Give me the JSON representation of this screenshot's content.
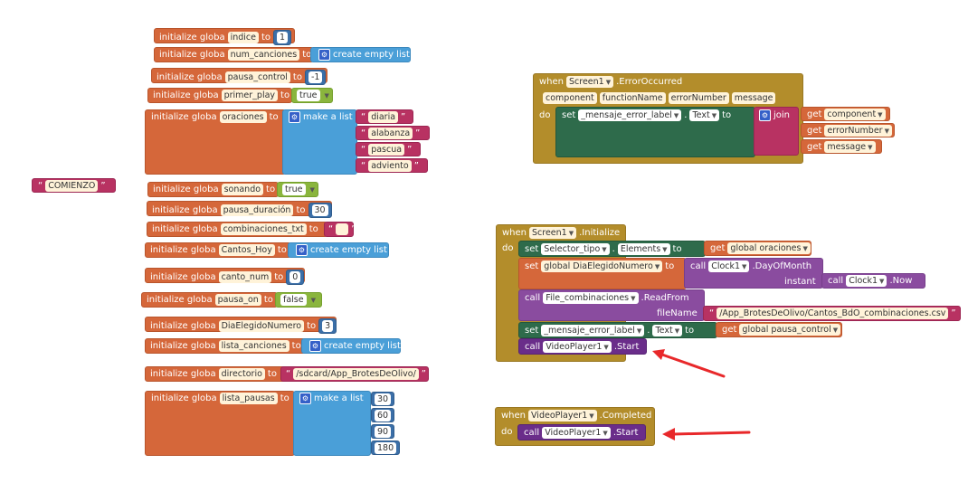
{
  "kw": {
    "init": "initialize globa",
    "to": "to",
    "create_empty_list": "create empty list",
    "make_a_list": "make a list",
    "when": "when",
    "do": "do",
    "set": "set",
    "get": "get",
    "call": "call",
    "join": "join",
    "filename": "fileName",
    "instant": "instant",
    "dot": "."
  },
  "globals": {
    "indice": {
      "name": "indice",
      "value": "1"
    },
    "num_canciones": {
      "name": "num_canciones"
    },
    "pausa_control": {
      "name": "pausa_control",
      "value": "-1"
    },
    "primer_play": {
      "name": "primer_play",
      "value": "true"
    },
    "oraciones": {
      "name": "oraciones",
      "items": [
        "diaria",
        "alabanza",
        "pascua",
        "adviento"
      ]
    },
    "sonando": {
      "name": "sonando",
      "value": "true"
    },
    "pausa_duracion": {
      "name": "pausa_duración",
      "value": "30"
    },
    "combinaciones_txt": {
      "name": "combinaciones_txt"
    },
    "cantos_hoy": {
      "name": "Cantos_Hoy"
    },
    "canto_num": {
      "name": "canto_num",
      "value": "0"
    },
    "pausa_on": {
      "name": "pausa_on",
      "value": "false"
    },
    "dia_elegido": {
      "name": "DiaElegidoNumero",
      "value": "3"
    },
    "lista_canciones": {
      "name": "lista_canciones"
    },
    "directorio": {
      "name": "directorio",
      "value": "/sdcard/App_BrotesDeOlivo/"
    },
    "lista_pausas": {
      "name": "lista_pausas",
      "items": [
        "30",
        "60",
        "90",
        "180"
      ]
    }
  },
  "comienzo": "COMIENZO",
  "error_event": {
    "component": "Screen1",
    "event": ".ErrorOccurred",
    "params": [
      "component",
      "functionName",
      "errorNumber",
      "message"
    ],
    "target": "_mensaje_error_label",
    "prop": "Text",
    "gets": [
      "component",
      "errorNumber",
      "message"
    ]
  },
  "init_event": {
    "component": "Screen1",
    "event": ".Initialize",
    "set1_comp": "Selector_tipo",
    "set1_prop": "Elements",
    "set1_get": "global oraciones",
    "set2_var": "global DiaElegidoNumero",
    "clock1": "Clock1",
    "day_method": ".DayOfMonth",
    "clock2": "Clock1",
    "now": ".Now",
    "file_comp": "File_combinaciones",
    "read_method": ".ReadFrom",
    "file_path": "/App_BrotesDeOlivo/Cantos_BdO_combinaciones.csv",
    "set3_comp": "_mensaje_error_label",
    "set3_prop": "Text",
    "set3_get": "global pausa_control",
    "video_comp": "VideoPlayer1",
    "start": ".Start"
  },
  "completed_event": {
    "component": "VideoPlayer1",
    "event": ".Completed",
    "video_comp": "VideoPlayer1",
    "start": ".Start"
  },
  "colors": {
    "variables": "#d5673a",
    "lists": "#4a9fd8",
    "math": "#3b6fa8",
    "logic": "#8ab53d",
    "text": "#b83262",
    "control": "#b38d2b",
    "arrow": "#e8282a"
  }
}
